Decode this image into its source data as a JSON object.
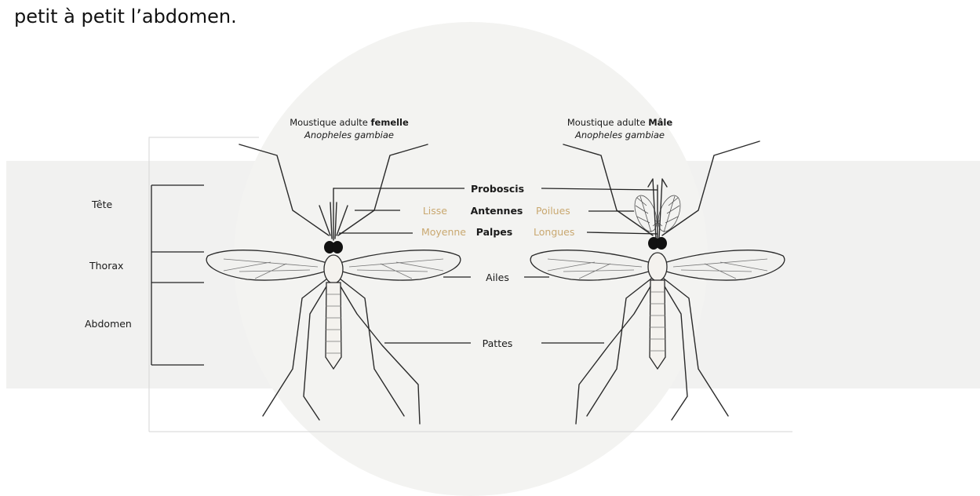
{
  "intro_text": "petit à petit l’abdomen.",
  "female": {
    "title_prefix": "Moustique adulte ",
    "title_bold": "femelle",
    "species": "Anopheles gambiae"
  },
  "male": {
    "title_prefix": "Moustique adulte ",
    "title_bold": "Mâle",
    "species": "Anopheles gambiae"
  },
  "body_regions": {
    "head": "Tête",
    "thorax": "Thorax",
    "abdomen": "Abdomen"
  },
  "parts": {
    "proboscis": "Proboscis",
    "antennae": "Antennes",
    "palps": "Palpes",
    "wings": "Ailes",
    "legs": "Pattes"
  },
  "female_traits": {
    "antennae": "Lisse",
    "palps": "Moyenne"
  },
  "male_traits": {
    "antennae": "Poilues",
    "palps": "Longues"
  },
  "colors": {
    "background_band": "#f1f1f0",
    "circle": "#f3f3f1",
    "trait_label": "#c9a870"
  }
}
